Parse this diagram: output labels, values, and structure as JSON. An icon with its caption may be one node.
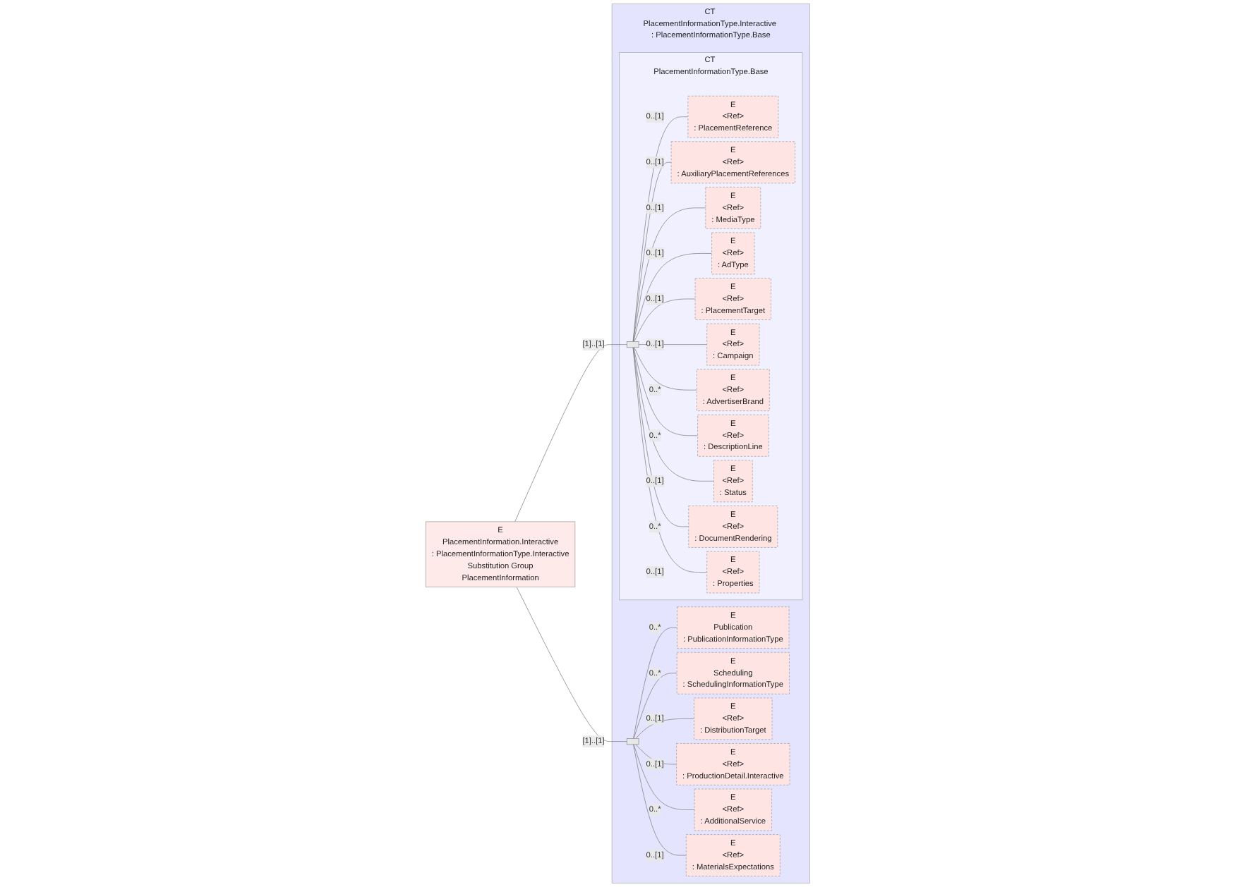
{
  "diagram": {
    "nodes": [
      {
        "text": [
          "E",
          "PlacementInformation.Interactive",
          ": PlacementInformationType.Interactive",
          "Substitution Group",
          "PlacementInformation"
        ]
      },
      {
        "text": [
          "CT",
          "PlacementInformationType.Interactive",
          ": PlacementInformationType.Base"
        ]
      },
      {
        "text": [
          "CT",
          "PlacementInformationType.Base"
        ],
        "in": 1
      },
      {
        "text": [],
        "shape": "bar",
        "in": 2
      },
      {
        "text": [
          "E",
          "<Ref>",
          ": PlacementReference"
        ],
        "in": 2
      },
      {
        "text": [
          "E",
          "<Ref>",
          ": AuxiliaryPlacementReferences"
        ],
        "in": 2
      },
      {
        "text": [
          "E",
          "<Ref>",
          ": MediaType"
        ],
        "in": 2
      },
      {
        "text": [
          "E",
          "<Ref>",
          ": AdType"
        ],
        "in": 2
      },
      {
        "text": [
          "E",
          "<Ref>",
          ": PlacementTarget"
        ],
        "in": 2
      },
      {
        "text": [
          "E",
          "<Ref>",
          ": Campaign"
        ],
        "in": 2
      },
      {
        "text": [
          "E",
          "<Ref>",
          ": AdvertiserBrand"
        ],
        "in": 2
      },
      {
        "text": [
          "E",
          "<Ref>",
          ": DescriptionLine"
        ],
        "in": 2
      },
      {
        "text": [
          "E",
          "<Ref>",
          ": Status"
        ],
        "in": 2
      },
      {
        "text": [
          "E",
          "<Ref>",
          ": DocumentRendering"
        ],
        "in": 2
      },
      {
        "text": [
          "E",
          "<Ref>",
          ": Properties"
        ],
        "in": 2
      },
      {
        "text": [],
        "shape": "bar",
        "in": 1
      },
      {
        "text": [
          "E",
          "Publication",
          ": PublicationInformationType"
        ],
        "in": 1
      },
      {
        "text": [
          "E",
          "Scheduling",
          ": SchedulingInformationType"
        ],
        "in": 1
      },
      {
        "text": [
          "E",
          "<Ref>",
          ": DistributionTarget"
        ],
        "in": 1
      },
      {
        "text": [
          "E",
          "<Ref>",
          ": ProductionDetail.Interactive"
        ],
        "in": 1
      },
      {
        "text": [
          "E",
          "<Ref>",
          ": AdditionalService"
        ],
        "in": 1
      },
      {
        "text": [
          "E",
          "<Ref>",
          ": MaterialsExpectations"
        ],
        "in": 1
      }
    ],
    "edges": [
      {
        "from": 0,
        "to": 3,
        "arrow": "none",
        "label": "[1]..[1]"
      },
      {
        "from": 0,
        "to": 15,
        "arrow": "none",
        "label": "[1]..[1]"
      },
      {
        "from": 3,
        "to": 4,
        "arrow": "none",
        "label": "0..[1]"
      },
      {
        "from": 3,
        "to": 5,
        "arrow": "none",
        "label": "0..[1]"
      },
      {
        "from": 3,
        "to": 6,
        "arrow": "none",
        "label": "0..[1]"
      },
      {
        "from": 3,
        "to": 7,
        "arrow": "none",
        "label": "0..[1]"
      },
      {
        "from": 3,
        "to": 8,
        "arrow": "none",
        "label": "0..[1]"
      },
      {
        "from": 3,
        "to": 9,
        "arrow": "none",
        "label": "0..[1]"
      },
      {
        "from": 3,
        "to": 10,
        "arrow": "none",
        "label": "0..*"
      },
      {
        "from": 3,
        "to": 11,
        "arrow": "none",
        "label": "0..*"
      },
      {
        "from": 3,
        "to": 12,
        "arrow": "none",
        "label": "0..[1]"
      },
      {
        "from": 3,
        "to": 13,
        "arrow": "none",
        "label": "0..*"
      },
      {
        "from": 3,
        "to": 14,
        "arrow": "none",
        "label": "0..[1]"
      },
      {
        "from": 15,
        "to": 16,
        "arrow": "none",
        "label": "0..*"
      },
      {
        "from": 15,
        "to": 17,
        "arrow": "none",
        "label": "0..*"
      },
      {
        "from": 15,
        "to": 18,
        "arrow": "none",
        "label": "0..[1]"
      },
      {
        "from": 15,
        "to": 19,
        "arrow": "none",
        "label": "0..[1]"
      },
      {
        "from": 15,
        "to": 20,
        "arrow": "none",
        "label": "0..*"
      },
      {
        "from": 15,
        "to": 21,
        "arrow": "none",
        "label": "0..[1]"
      }
    ]
  }
}
